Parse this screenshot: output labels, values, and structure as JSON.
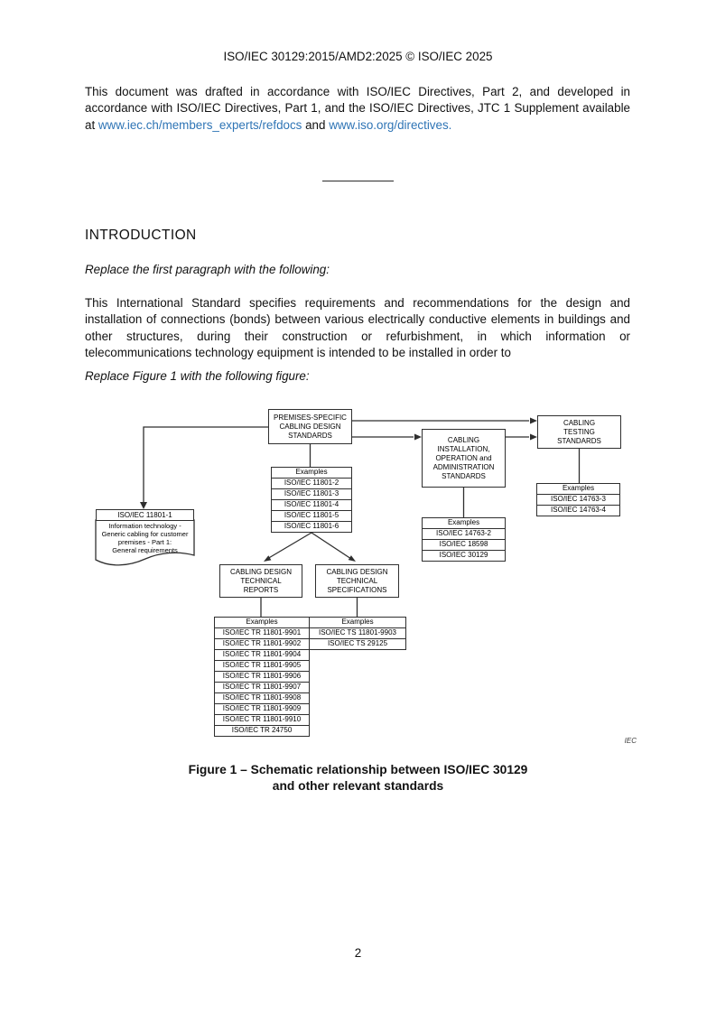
{
  "page": {
    "header": "ISO/IEC 30129:2015/AMD2:2025 © ISO/IEC 2025",
    "page_number": "2"
  },
  "intro": {
    "paragraph1_part1": "This document was drafted in accordance with ISO/IEC Directives, Part 2, and developed in accordance with ISO/IEC Directives, Part 1, and the ISO/IEC Directives, JTC 1 Supplement available at ",
    "link1": "www.iec.ch/members_experts/refdocs",
    "paragraph1_part2": " and ",
    "link2": "www.iso.org/directives.",
    "heading": "INTRODUCTION",
    "replace_instruction1": "Replace the first paragraph with the following:",
    "paragraph2": "This International Standard specifies requirements and recommendations for the design and installation of connections (bonds) between various electrically conductive elements in buildings and other structures, during their construction or refurbishment, in which information or telecommunications technology equipment is intended to be installed in order to",
    "replace_instruction2": "Replace Figure 1 with the following figure:"
  },
  "figure": {
    "boxes": {
      "premises": "PREMISES-SPECIFIC\nCABLING DESIGN\nSTANDARDS",
      "installation": "CABLING\nINSTALLATION,\nOPERATION and\nADMINISTRATION\nSTANDARDS",
      "testing": "CABLING\nTESTING\nSTANDARDS",
      "reports": "CABLING DESIGN\nTECHNICAL\nREPORTS",
      "specs": "CABLING DESIGN\nTECHNICAL\nSPECIFICATIONS",
      "doc_title": "ISO/IEC 11801-1",
      "doc_body": "Information technology -\nGeneric cabling for customer\npremises - Part 1:\nGeneral requirements"
    },
    "stacks": {
      "premises": {
        "rows": [
          "Examples",
          "ISO/IEC 11801-2",
          "ISO/IEC 11801-3",
          "ISO/IEC 11801-4",
          "ISO/IEC 11801-5",
          "ISO/IEC 11801-6"
        ]
      },
      "installation": {
        "rows": [
          "Examples",
          "ISO/IEC 14763-2",
          "ISO/IEC 18598",
          "ISO/IEC 30129"
        ]
      },
      "testing": {
        "rows": [
          "Examples",
          "ISO/IEC 14763-3",
          "ISO/IEC 14763-4"
        ]
      },
      "reports": {
        "rows": [
          "Examples",
          "ISO/IEC TR 11801-9901",
          "ISO/IEC TR 11801-9902",
          "ISO/IEC TR 11801-9904",
          "ISO/IEC TR 11801-9905",
          "ISO/IEC TR 11801-9906",
          "ISO/IEC TR 11801-9907",
          "ISO/IEC TR 11801-9908",
          "ISO/IEC TR 11801-9909",
          "ISO/IEC TR 11801-9910",
          "ISO/IEC TR 24750"
        ]
      },
      "specs": {
        "rows": [
          "Examples",
          "ISO/IEC TS 11801-9903",
          "ISO/IEC TS 29125"
        ]
      }
    },
    "credit": "IEC",
    "caption_line1": "Figure 1 – Schematic relationship between ISO/IEC 30129",
    "caption_line2": "and other relevant standards"
  },
  "colors": {
    "link": "#2E74B5",
    "diagram_line": "#2f2f2f",
    "text": "#111111",
    "background": "#ffffff"
  }
}
